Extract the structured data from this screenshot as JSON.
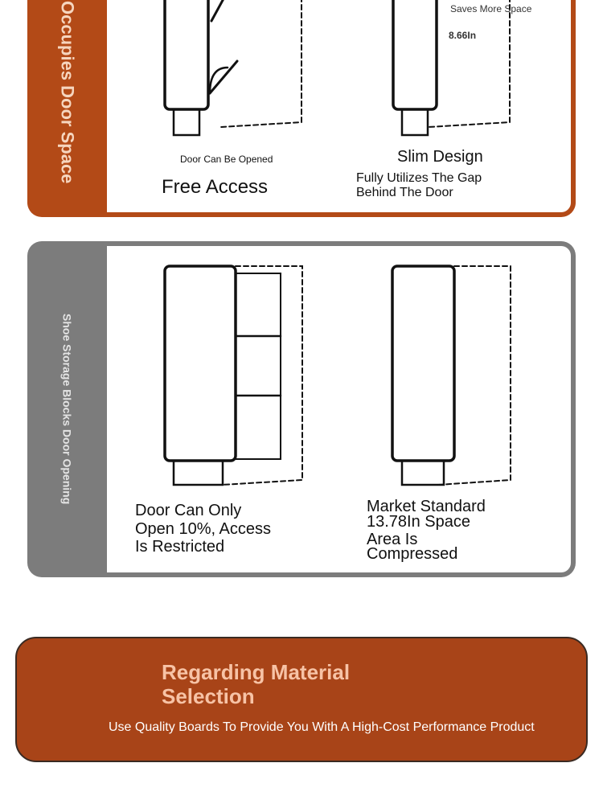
{
  "top_panel": {
    "side_label": "Occupies Door Space",
    "accent": "#b34a17",
    "left": {
      "small_caption": "Door Can Be Opened",
      "title": "Free Access"
    },
    "right": {
      "note": "Saves More Space",
      "measure": "8.66In",
      "title": "Slim Design",
      "subtitle_line1": "Fully Utilizes The Gap",
      "subtitle_line2": "Behind The Door"
    }
  },
  "mid_panel": {
    "side_label": "Shoe Storage Blocks Door Opening",
    "accent": "#7c7c7c",
    "left": {
      "line1": "Door Can Only",
      "line2": "Open 10%, Access",
      "line3": "Is Restricted"
    },
    "right": {
      "line1": "Market Standard",
      "line2": "13.78In Space",
      "line3": "Area Is",
      "line4": "Compressed"
    }
  },
  "material_banner": {
    "title_line1": "Regarding Material",
    "title_line2": "Selection",
    "subtitle": "Use Quality Boards To Provide You With A High-Cost Performance Product",
    "accent": "#a84418"
  }
}
